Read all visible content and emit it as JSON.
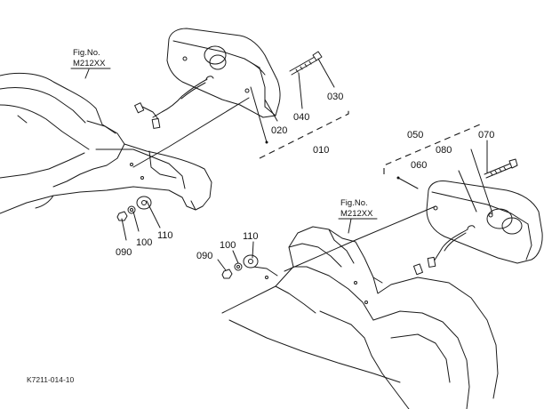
{
  "figure_ref_top": {
    "line1": "Fig.No.",
    "line2": "M212XX"
  },
  "figure_ref_bottom": {
    "line1": "Fig.No.",
    "line2": "M212XX"
  },
  "parts": {
    "p010": "010",
    "p020": "020",
    "p030": "030",
    "p040": "040",
    "p050": "050",
    "p060": "060",
    "p070": "070",
    "p080": "080",
    "p090_left": "090",
    "p100_left": "100",
    "p110_left": "110",
    "p090_right": "090",
    "p100_right": "100",
    "p110_right": "110"
  },
  "footer": {
    "code": "K7211-014-10"
  }
}
